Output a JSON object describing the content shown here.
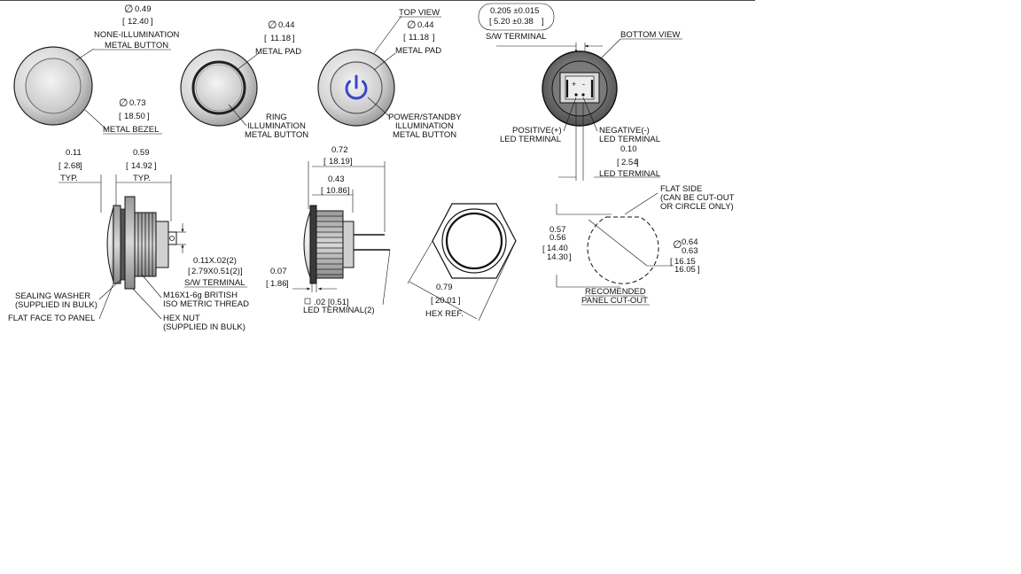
{
  "colors": {
    "ink": "#111111",
    "metal_light": "#f2f2f2",
    "metal_mid": "#bdbdbd",
    "metal_dark": "#6e6e6e",
    "power_symbol": "#3a46c8",
    "page_bg": "#ffffff"
  },
  "view1": {
    "dia_top_in": "0.49",
    "dia_top_mm": "12.40",
    "label_line1": "NONE-ILLUMINATION",
    "label_line2": "METAL BUTTON",
    "dia_bezel_in": "0.73",
    "dia_bezel_mm": "18.50",
    "bezel_label": "METAL BEZEL"
  },
  "view2": {
    "dia_in": "0.44",
    "dia_mm": "11.18",
    "pad_label": "METAL PAD",
    "ring_line1": "RING",
    "ring_line2": "ILLUMINATION",
    "ring_line3": "METAL BUTTON"
  },
  "view3": {
    "top_view": "TOP VIEW",
    "dia_in": "0.44",
    "dia_mm": "11.18",
    "pad_label": "METAL PAD",
    "power_line1": "POWER/STANDBY",
    "power_line2": "ILLUMINATION",
    "power_line3": "METAL BUTTON",
    "power_icon": "power-standby-icon"
  },
  "bottom": {
    "sw_in": "0.205 ±0.015",
    "sw_mm": "5.20 ±0.38",
    "sw_label": "S/W TERMINAL",
    "title": "BOTTOM VIEW",
    "pos_line1": "POSITIVE(+)",
    "pos_line2": "LED TERMINAL",
    "neg_line1": "NEGATIVE(-)",
    "neg_line2": "LED TERMINAL",
    "pitch_in": "0.10",
    "pitch_mm": "2.54",
    "pitch_label": "LED TERMINAL"
  },
  "side1": {
    "d1_in": "0.11",
    "d1_mm": "2.68",
    "d1_typ": "TYP.",
    "d2_in": "0.59",
    "d2_mm": "14.92",
    "d2_typ": "TYP.",
    "sw_in": "0.11X.02(2)",
    "sw_mm": "2.79X0.51(2)",
    "sw_label": "S/W TERMINAL",
    "washer_line1": "SEALING WASHER",
    "washer_line2": "(SUPPLIED IN BULK)",
    "flat_face": "FLAT FACE TO PANEL",
    "thread_line1": "M16X1-6g BRITISH",
    "thread_line2": "ISO METRIC THREAD",
    "nut_line1": "HEX NUT",
    "nut_line2": "(SUPPLIED IN BULK)"
  },
  "side2": {
    "d1_in": "0.72",
    "d1_mm": "18.19",
    "d2_in": "0.43",
    "d2_mm": "10.86",
    "d3_in": "0.07",
    "d3_mm": "1.86",
    "led_size": ".02 [0.51]",
    "led_label": "LED TERMINAL(2)"
  },
  "hex": {
    "d_in": "0.79",
    "d_mm": "20.01",
    "label": "HEX REF."
  },
  "cutout": {
    "flat_line1": "FLAT SIDE",
    "flat_line2": "(CAN BE CUT-OUT",
    "flat_line3": "OR CIRCLE ONLY)",
    "h_in_max": "0.57",
    "h_in_min": "0.56",
    "h_mm_max": "14.40",
    "h_mm_min": "14.30",
    "d_in_max": "0.64",
    "d_in_min": "0.63",
    "d_mm_max": "16.15",
    "d_mm_min": "16.05",
    "label_line1": "RECOMENDED",
    "label_line2": "PANEL CUT-OUT"
  }
}
